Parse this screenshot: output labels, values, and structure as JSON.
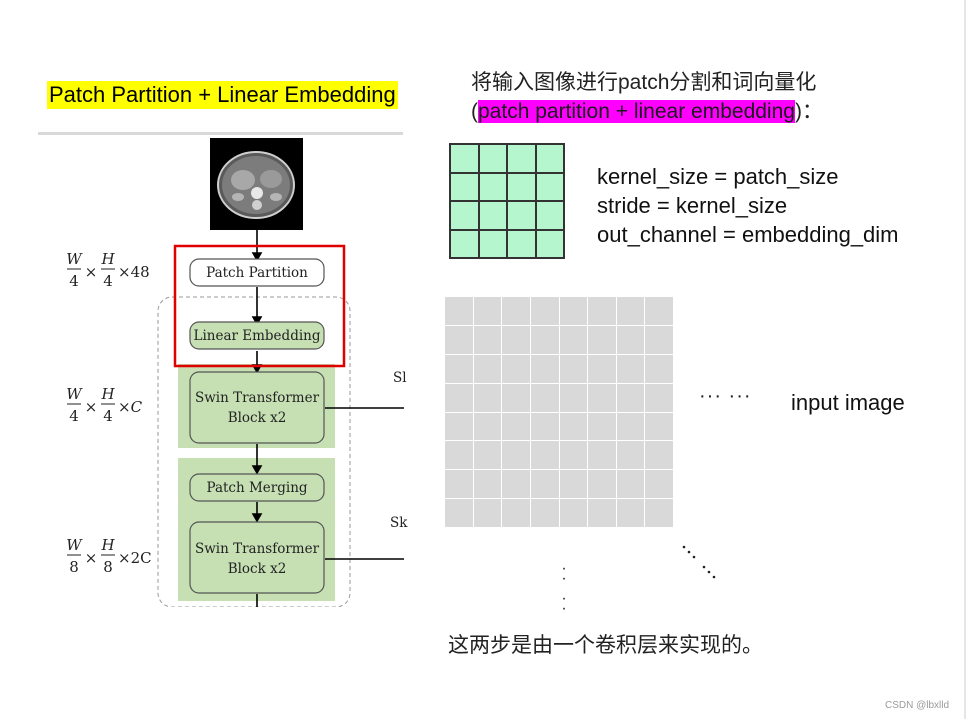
{
  "left_title": "Patch Partition + Linear Embedding",
  "description": {
    "line1": "将输入图像进行patch分割和词向量化",
    "line2_open": "(",
    "line2_highlight": "patch partition + linear embedding",
    "line2_close": ")："
  },
  "params": [
    "kernel_size = patch_size",
    "stride = kernel_size",
    "out_channel = embedding_dim"
  ],
  "ellipsis_horizontal": "··· ···",
  "input_label": "input image",
  "bottom_text": "这两步是由一个卷积层来实现的。",
  "watermark": "CSDN @lbxlld",
  "architecture": {
    "blocks": {
      "patch_partition": "Patch Partition",
      "linear_embedding": "Linear Embedding",
      "swin_block_1_line1": "Swin Transformer",
      "swin_block_1_line2": "Block x2",
      "patch_merging": "Patch Merging",
      "swin_block_2_line1": "Swin Transformer",
      "swin_block_2_line2": "Block x2"
    },
    "dims": {
      "d1": {
        "w": "W",
        "wd": "4",
        "h": "H",
        "hd": "4",
        "c": "×48"
      },
      "d2": {
        "w": "W",
        "wd": "4",
        "h": "H",
        "hd": "4",
        "c": "×C"
      },
      "d3": {
        "w": "W",
        "wd": "8",
        "h": "H",
        "hd": "8",
        "c": "×2C"
      }
    },
    "skip_label_1": "Sl",
    "skip_label_2": "Sk"
  },
  "colors": {
    "highlight_yellow": "#ffff00",
    "highlight_magenta": "#ff00ff",
    "grid_green": "#b6f6ce",
    "grid_gray": "#d9d9d9",
    "swin_panel_green": "#c6e0b4",
    "red_box": "#e00000"
  }
}
